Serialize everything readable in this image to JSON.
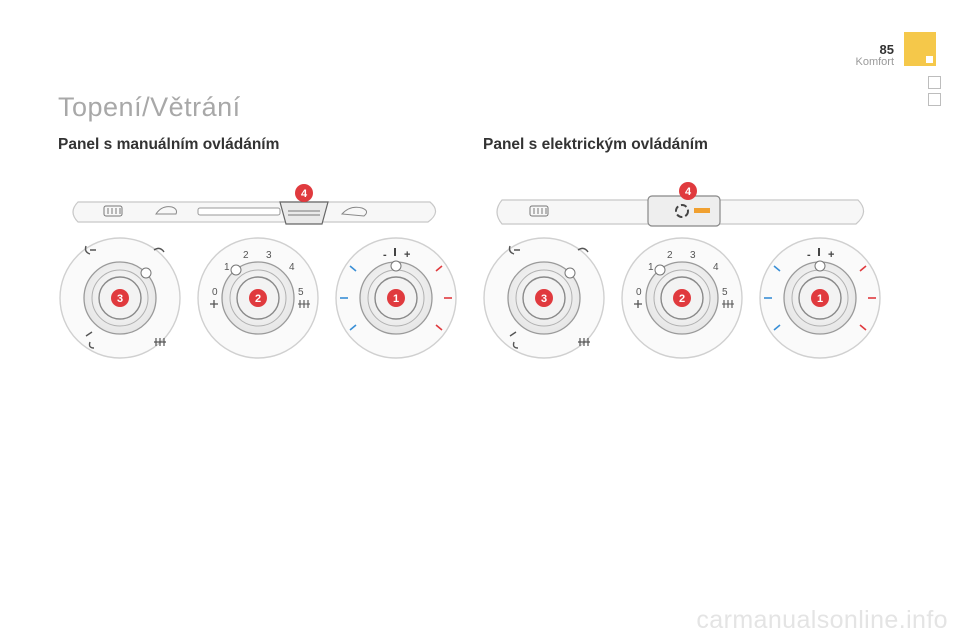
{
  "header": {
    "page_number": "85",
    "section": "Komfort"
  },
  "title": "Topení/Větrání",
  "panels": [
    {
      "heading": "Panel s manuálním ovládáním",
      "callout_top": "4",
      "knob_numbers": [
        "3",
        "2",
        "1"
      ],
      "fan_scale": [
        "0",
        "1",
        "2",
        "3",
        "4",
        "5"
      ],
      "temp_marks": [
        "-",
        "+"
      ]
    },
    {
      "heading": "Panel s elektrickým ovládáním",
      "callout_top": "4",
      "knob_numbers": [
        "3",
        "2",
        "1"
      ],
      "fan_scale": [
        "0",
        "1",
        "2",
        "3",
        "4",
        "5"
      ],
      "temp_marks": [
        "-",
        "+"
      ]
    }
  ],
  "colors": {
    "accent": "#f5c84a",
    "callout": "#e03a3e",
    "cold": "#3a8fd6",
    "hot": "#e03a3e"
  },
  "watermark": "carmanualsonline.info"
}
